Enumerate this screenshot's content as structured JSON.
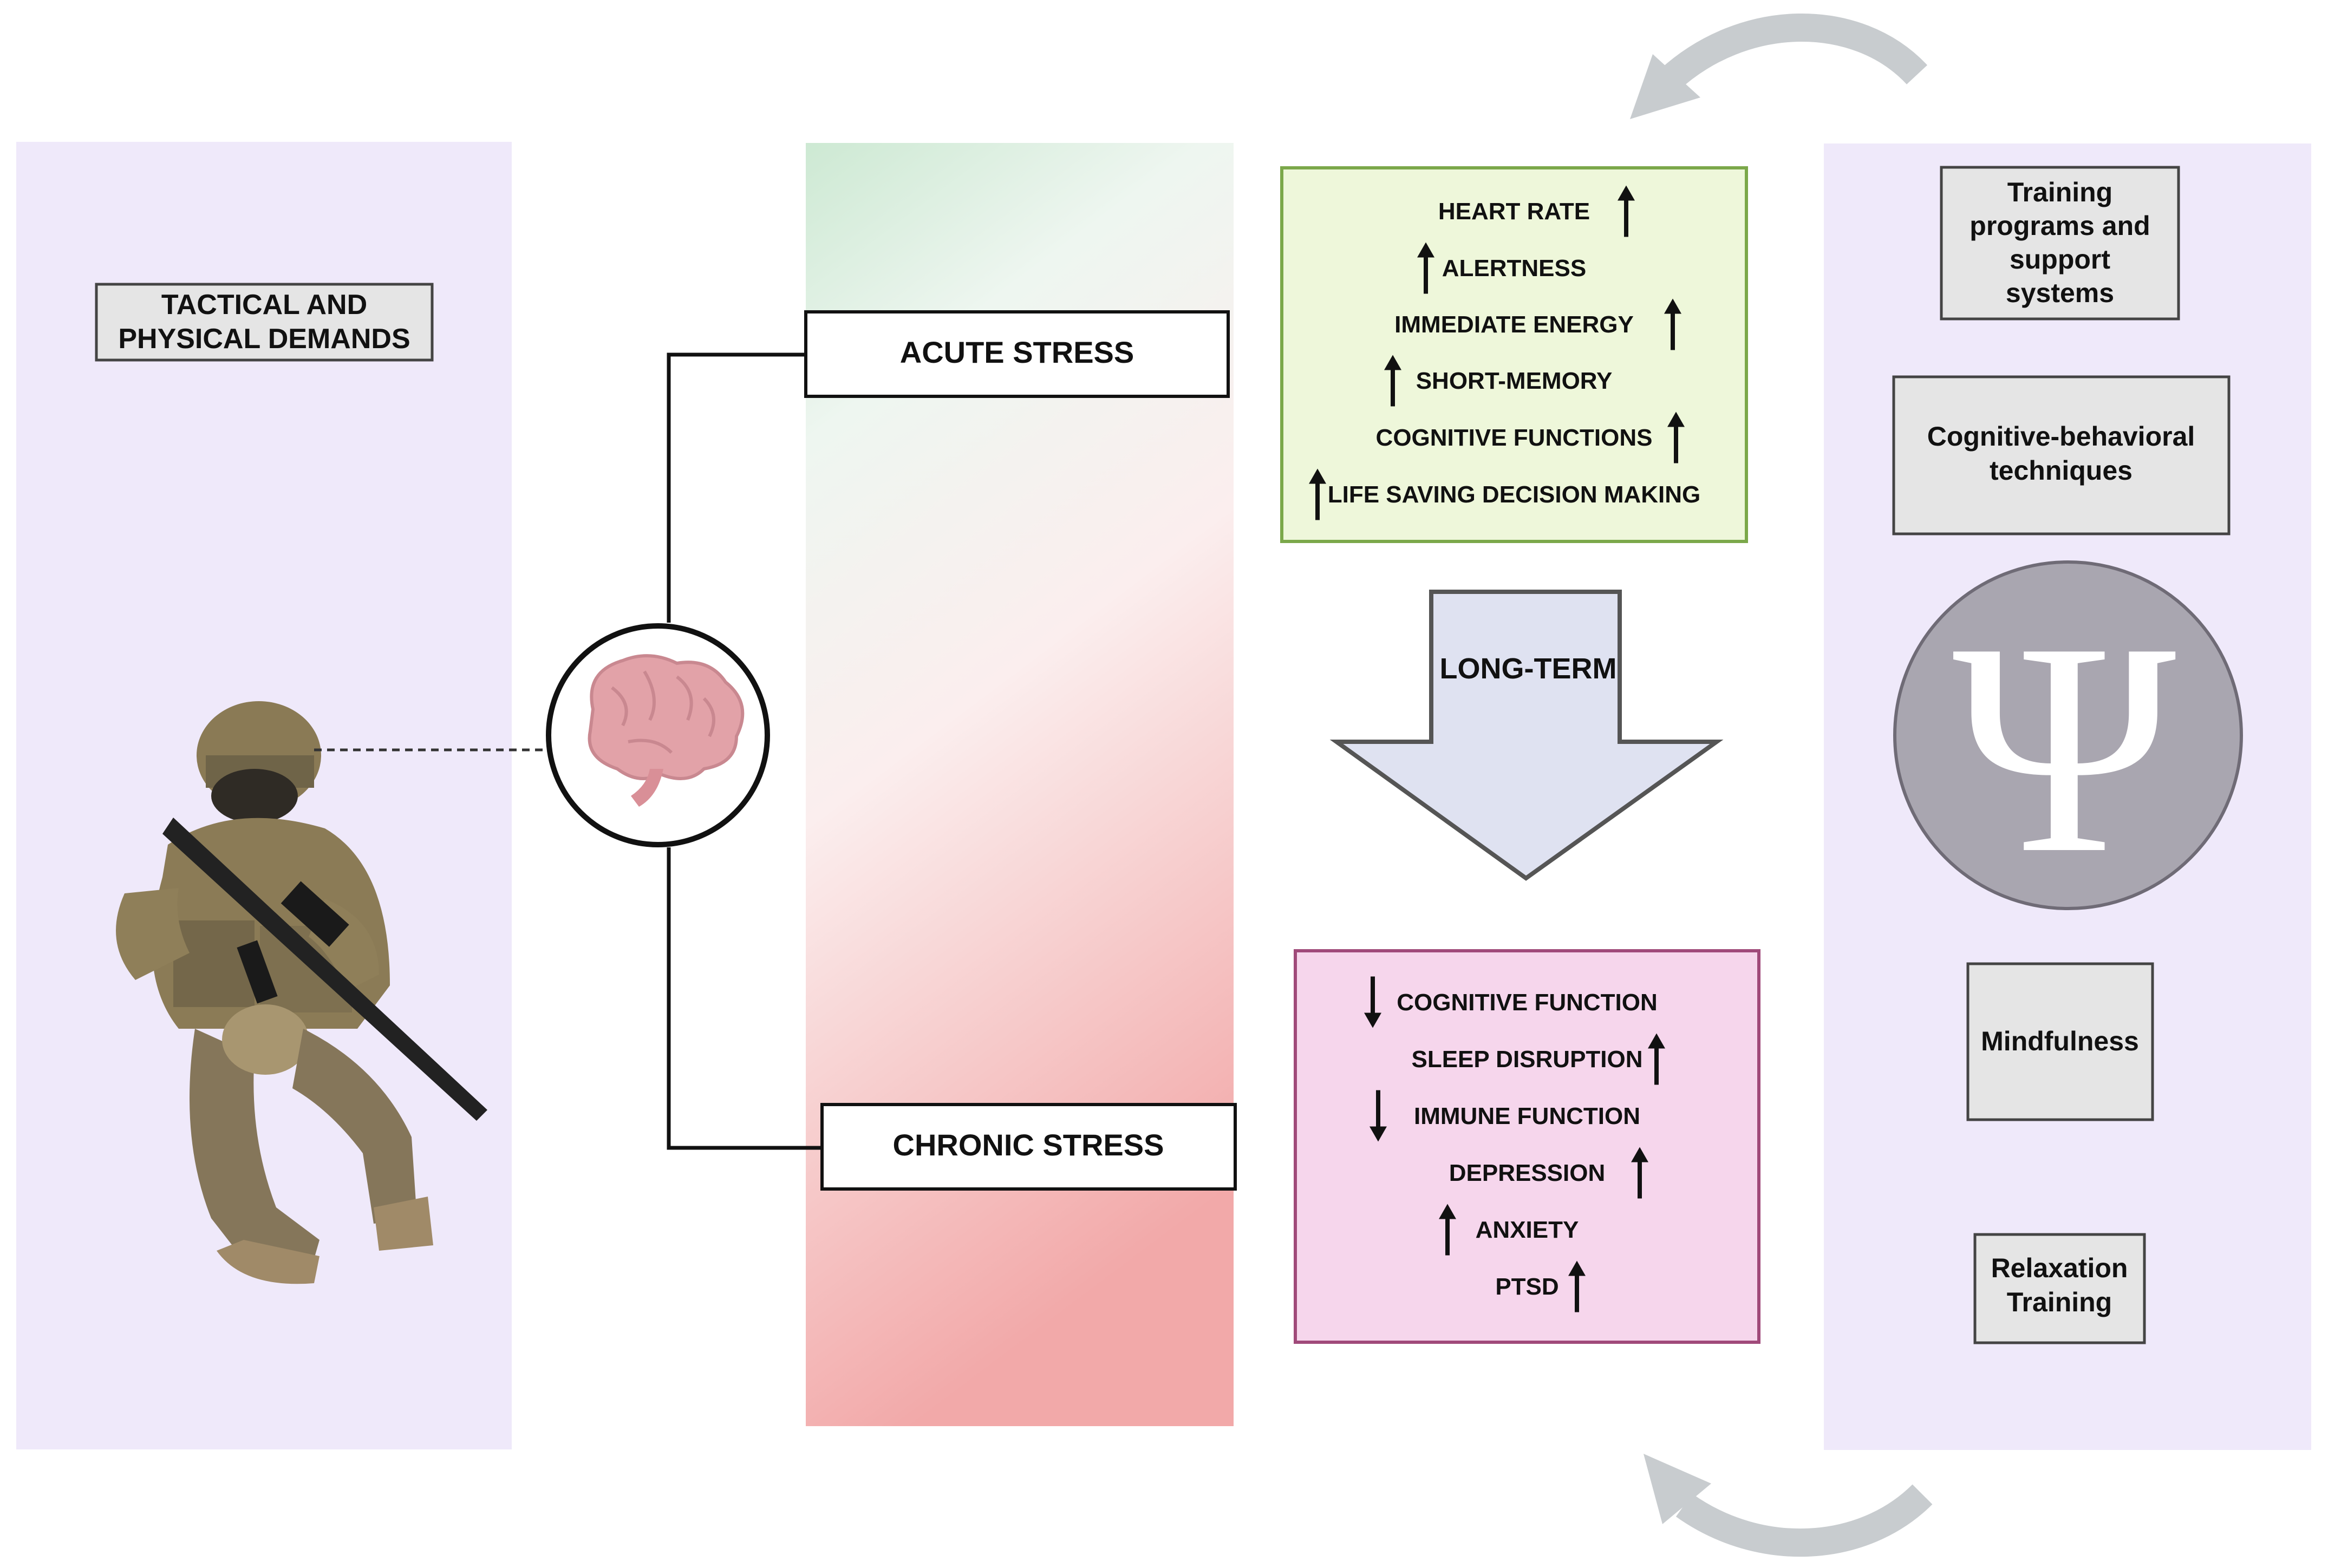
{
  "left_panel": {
    "title_line1": "TACTICAL AND",
    "title_line2": "PHYSICAL DEMANDS"
  },
  "stress": {
    "acute_label": "ACUTE STRESS",
    "chronic_label": "CHRONIC STRESS"
  },
  "acute_effects": [
    {
      "label": "HEART RATE",
      "direction": "up"
    },
    {
      "label": "ALERTNESS",
      "direction": "up"
    },
    {
      "label": "IMMEDIATE ENERGY",
      "direction": "up"
    },
    {
      "label": "SHORT-MEMORY",
      "direction": "up"
    },
    {
      "label": "COGNITIVE FUNCTIONS",
      "direction": "up"
    },
    {
      "label": "LIFE SAVING DECISION MAKING",
      "direction": "up"
    }
  ],
  "long_term_label": "LONG-TERM",
  "chronic_effects": [
    {
      "label": "COGNITIVE FUNCTION",
      "direction": "down"
    },
    {
      "label": "SLEEP DISRUPTION",
      "direction": "up"
    },
    {
      "label": "IMMUNE FUNCTION",
      "direction": "down"
    },
    {
      "label": "DEPRESSION",
      "direction": "up"
    },
    {
      "label": "ANXIETY",
      "direction": "up"
    },
    {
      "label": "PTSD",
      "direction": "up"
    }
  ],
  "interventions": {
    "training_lines": [
      "Training",
      "programs and",
      "support",
      "systems"
    ],
    "cbt_lines": [
      "Cognitive-behavioral",
      "techniques"
    ],
    "psi_symbol": "Ψ",
    "mindfulness": "Mindfulness",
    "relaxation_lines": [
      "Relaxation",
      "Training"
    ]
  },
  "icons": {
    "brain": "brain-icon",
    "soldier": "soldier-figure",
    "psychology": "psi-icon",
    "cycle_top": "cycle-arrow-top-icon",
    "cycle_bottom": "cycle-arrow-bottom-icon"
  },
  "colors": {
    "panel_lavender": "#efe9fa",
    "acute_box_fill": "#eef7da",
    "acute_box_border": "#7ba84a",
    "chronic_box_fill": "#f6d6ec",
    "chronic_box_border": "#a04a7a",
    "gradient_top": "#cbe8d2",
    "gradient_bottom": "#f2aaaa",
    "long_term_arrow": "#dfe2f1",
    "psi_circle": "#a9a6b0",
    "cycle_arrow": "#c8cccf",
    "brain": "#e2a2a8"
  }
}
